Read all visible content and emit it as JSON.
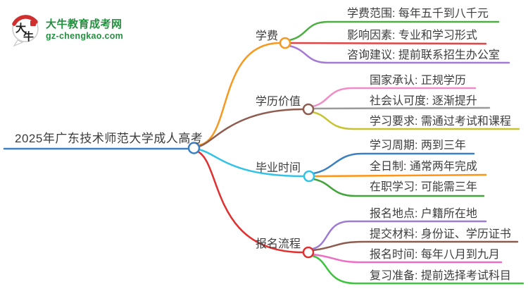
{
  "logo": {
    "site_name": "大牛教育成考网",
    "site_url": "gz-chengkao.com",
    "icon_char_top": "大",
    "icon_char_bottom": "牛",
    "brand_green": "#23903f",
    "icon_red": "#cf2f2f"
  },
  "root": {
    "label": "2025年广东技术师范大学成人高考",
    "color": "#3a80c2"
  },
  "branches": [
    {
      "label": "学费",
      "color": "#f79820",
      "children": [
        {
          "label": "学费范围: 每年五千到八千元",
          "color": "#4fae43"
        },
        {
          "label": "影响因素: 专业和学习形式",
          "color": "#e04545"
        },
        {
          "label": "咨询建议: 提前联系招生办公室",
          "color": "#a47ad6"
        }
      ]
    },
    {
      "label": "学历价值",
      "color": "#8e5b4f",
      "children": [
        {
          "label": "国家承认: 正规学历",
          "color": "#f08cc8"
        },
        {
          "label": "社会认可度: 逐渐提升",
          "color": "#9b9b9b"
        },
        {
          "label": "学习要求: 需通过考试和课程",
          "color": "#c6c32f"
        }
      ]
    },
    {
      "label": "毕业时间",
      "color": "#2fc3e8",
      "children": [
        {
          "label": "学习周期: 两到三年",
          "color": "#3a80c2"
        },
        {
          "label": "全日制: 通常两年完成",
          "color": "#ff9415"
        },
        {
          "label": "在职学习: 可能需三年",
          "color": "#41a43a"
        }
      ]
    },
    {
      "label": "报名流程",
      "color": "#e03030",
      "children": [
        {
          "label": "报名地点: 户籍所在地",
          "color": "#9d7bd3"
        },
        {
          "label": "提交材料: 身份证、学历证书",
          "color": "#8e5b4f"
        },
        {
          "label": "报名时间: 每年八月到九月",
          "color": "#ee6ec4"
        },
        {
          "label": "复习准备: 提前选择考试科目",
          "color": "#3ec43e"
        }
      ]
    }
  ]
}
